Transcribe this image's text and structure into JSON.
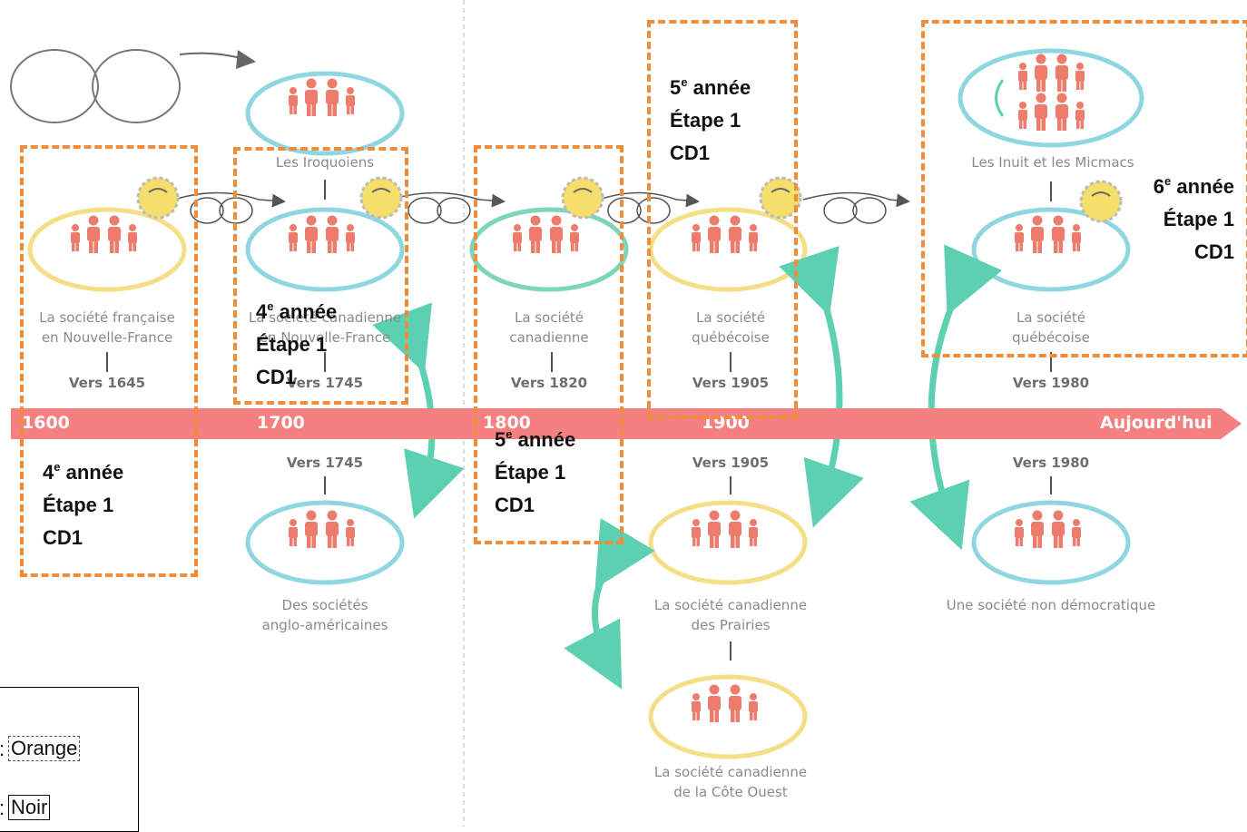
{
  "colors": {
    "band": "#f58080",
    "person": "#ee7c6c",
    "ring_blue": "#8fd7e0",
    "ring_yellow": "#f4de86",
    "ring_green": "#7cd6b8",
    "arrow_teal": "#5cd0b0",
    "gear": "#f5de6a",
    "dashed_box": "#f08c3a",
    "label_gray": "#8a8a8a"
  },
  "timeline": {
    "labels": [
      "1600",
      "1700",
      "1800",
      "1900",
      "Aujourd'hui"
    ]
  },
  "societies": {
    "nouvelle_france": {
      "line1": "La société française",
      "line2": "en Nouvelle-France",
      "year": "Vers 1645"
    },
    "iroquoiens": {
      "line1": "Les Iroquoiens"
    },
    "canadienne_nf": {
      "line1": "La société canadienne",
      "line2": "en Nouvelle-France",
      "year": "Vers 1745"
    },
    "anglo": {
      "year": "Vers 1745",
      "line1": "Des sociétés",
      "line2": "anglo-américaines"
    },
    "canadienne": {
      "line1": "La société",
      "line2": "canadienne",
      "year": "Vers 1820"
    },
    "quebecoise_1905": {
      "line1": "La société",
      "line2": "québécoise",
      "year": "Vers 1905"
    },
    "prairies": {
      "year": "Vers 1905",
      "line1": "La société canadienne",
      "line2": "des Prairies"
    },
    "cote_ouest": {
      "line1": "La société canadienne",
      "line2": "de la Côte Ouest"
    },
    "inuit": {
      "line1": "Les Inuit et les Micmacs"
    },
    "quebecoise_1980": {
      "line1": "La société",
      "line2": "québécoise",
      "year": "Vers 1980"
    },
    "non_democratique": {
      "year": "Vers 1980",
      "line1": "Une société non démocratique"
    }
  },
  "notes": {
    "n4a": {
      "grade_num": "4",
      "grade_sup": "e",
      "grade_word": "année",
      "step": "Étape 1",
      "cd": "CD1"
    },
    "n4b": {
      "grade_num": "4",
      "grade_sup": "e",
      "grade_word": "année",
      "step": "Étape 1",
      "cd": "CD1"
    },
    "n5a": {
      "grade_num": "5",
      "grade_sup": "e",
      "grade_word": "année",
      "step": "Étape 1",
      "cd": "CD1"
    },
    "n5b": {
      "grade_num": "5",
      "grade_sup": "e",
      "grade_word": "année",
      "step": "Étape 1",
      "cd": "CD1"
    },
    "n6": {
      "grade_num": "6",
      "grade_sup": "e",
      "grade_word": "année",
      "step": "Étape 1",
      "cd": "CD1"
    }
  },
  "legend": {
    "item1": "Orange",
    "item2": "Noir",
    "prefix": ":"
  }
}
